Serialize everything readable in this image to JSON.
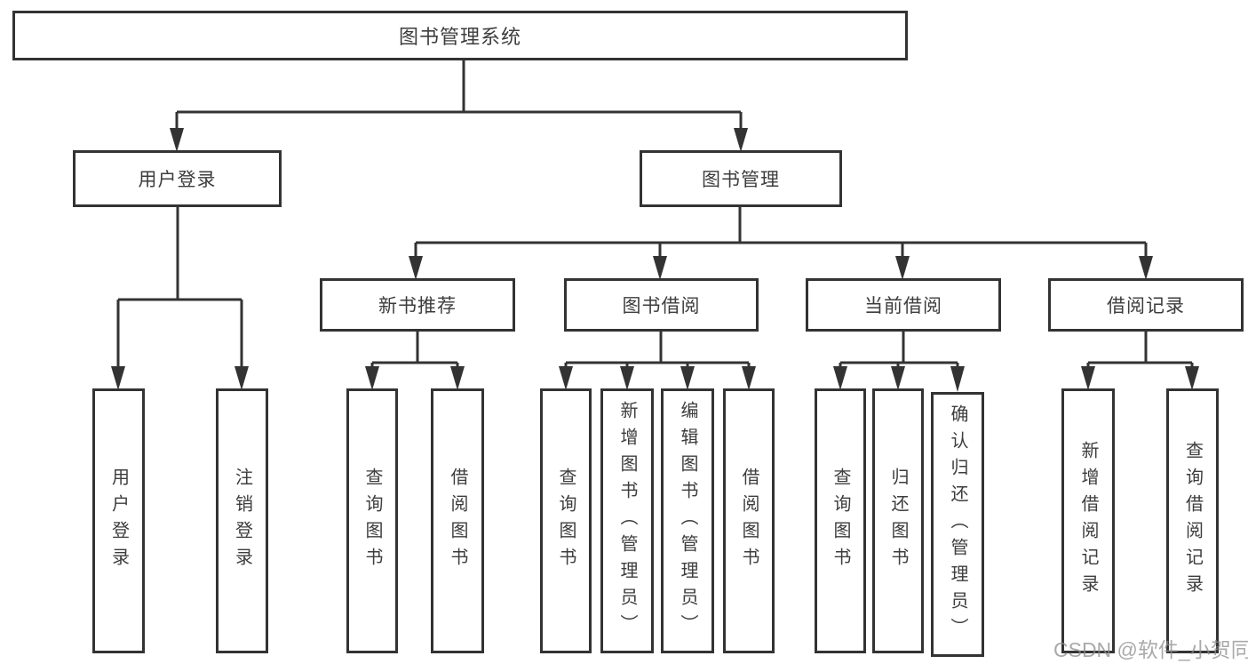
{
  "title": "图书管理系统",
  "watermark": "CSDN @软件_小贺同学",
  "nodes": {
    "user_login": "用户登录",
    "book_mgmt": "图书管理",
    "new_book_rec": "新书推荐",
    "book_borrow": "图书借阅",
    "current_borrow": "当前借阅",
    "borrow_record": "借阅记录",
    "ul_user_login": "用户登录",
    "ul_logout": "注销登录",
    "nr_query_book": "查询图书",
    "nr_borrow_book": "借阅图书",
    "bb_query_book": "查询图书",
    "bb_add_book": "新增图书（管理员）",
    "bb_edit_book": "编辑图书（管理员）",
    "bb_borrow_book": "借阅图书",
    "cb_query_book": "查询图书",
    "cb_return_book": "归还图书",
    "cb_confirm_return": "确认归还（管理员）",
    "br_add_record": "新增借阅记录",
    "br_query_record": "查询借阅记录"
  },
  "colors": {
    "line": "#333333",
    "text": "#3d3d3d",
    "background": "#ffffff",
    "watermark": "#8c8c8c"
  }
}
